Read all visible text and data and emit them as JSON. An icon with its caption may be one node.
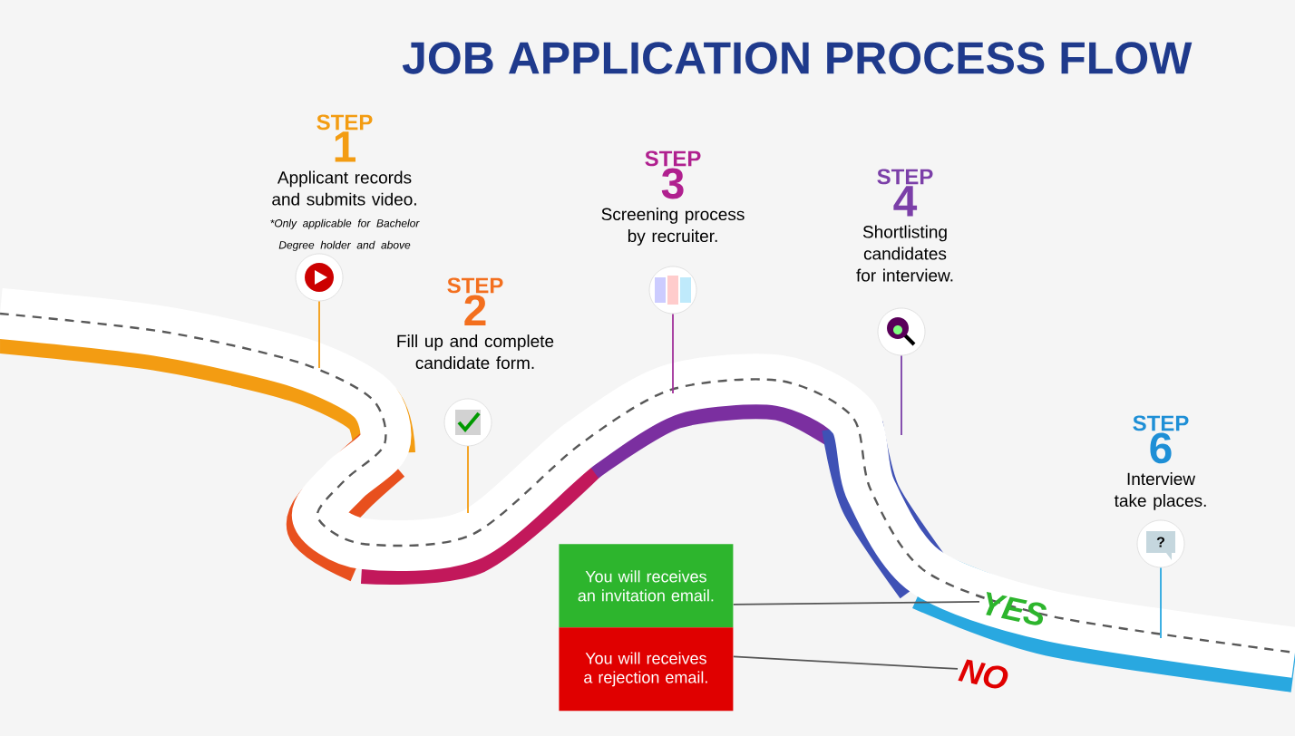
{
  "diagram": {
    "title": "JOB APPLICATION PROCESS FLOW",
    "nodes": [
      {
        "text": [
          "STEP",
          "1",
          "Applicant records and submits video.",
          "*Only applicable for Bachelor Degree holder and above"
        ]
      },
      {
        "text": [],
        "shape": "circle"
      },
      {
        "text": [
          "STEP",
          "2",
          "Fill up and complete candidate form."
        ]
      },
      {
        "text": [],
        "shape": "circle"
      },
      {
        "text": [
          "STEP",
          "3",
          "Screening process by recruiter."
        ]
      },
      {
        "text": [],
        "shape": "circle"
      },
      {
        "text": [
          "STEP",
          "4",
          "Shortlisting candidates for interview."
        ]
      },
      {
        "text": [],
        "shape": "circle"
      },
      {
        "text": [
          "STEP",
          "6",
          "Interview take places."
        ]
      },
      {
        "text": [],
        "shape": "circle"
      },
      {
        "text": [
          "You will receives an invitation email."
        ]
      },
      {
        "text": [
          "You will receives a rejection email."
        ]
      },
      {
        "text": [
          "YES"
        ]
      },
      {
        "text": [
          "NO"
        ]
      }
    ],
    "edges": [
      {
        "from": 1,
        "to": null,
        "arrow": "none",
        "color": "#f39c12"
      },
      {
        "from": 3,
        "to": null,
        "arrow": "none",
        "color": "#f39c12"
      },
      {
        "from": 5,
        "to": null,
        "arrow": "none",
        "color": "#a0309a"
      },
      {
        "from": 7,
        "to": null,
        "arrow": "none",
        "color": "#7b3fa8"
      },
      {
        "from": 9,
        "to": null,
        "arrow": "none",
        "color": "#29a8e0"
      },
      {
        "from": 10,
        "to": 12,
        "arrow": "none",
        "color": "#555555"
      },
      {
        "from": 11,
        "to": 13,
        "arrow": "none",
        "color": "#555555"
      }
    ],
    "labels": [
      "?"
    ]
  }
}
